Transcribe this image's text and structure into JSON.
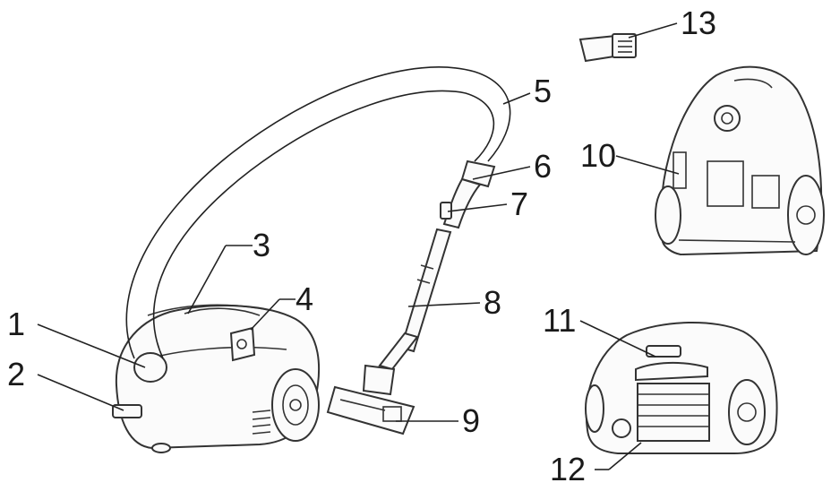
{
  "callouts": [
    {
      "id": "1",
      "text": "1"
    },
    {
      "id": "2",
      "text": "2"
    },
    {
      "id": "3",
      "text": "3"
    },
    {
      "id": "4",
      "text": "4"
    },
    {
      "id": "5",
      "text": "5"
    },
    {
      "id": "6",
      "text": "6"
    },
    {
      "id": "7",
      "text": "7"
    },
    {
      "id": "8",
      "text": "8"
    },
    {
      "id": "9",
      "text": "9"
    },
    {
      "id": "10",
      "text": "10"
    },
    {
      "id": "11",
      "text": "11"
    },
    {
      "id": "12",
      "text": "12"
    },
    {
      "id": "13",
      "text": "13"
    }
  ],
  "colors": {
    "line": "#222222",
    "label": "#1a1a1a",
    "background": "#ffffff"
  }
}
